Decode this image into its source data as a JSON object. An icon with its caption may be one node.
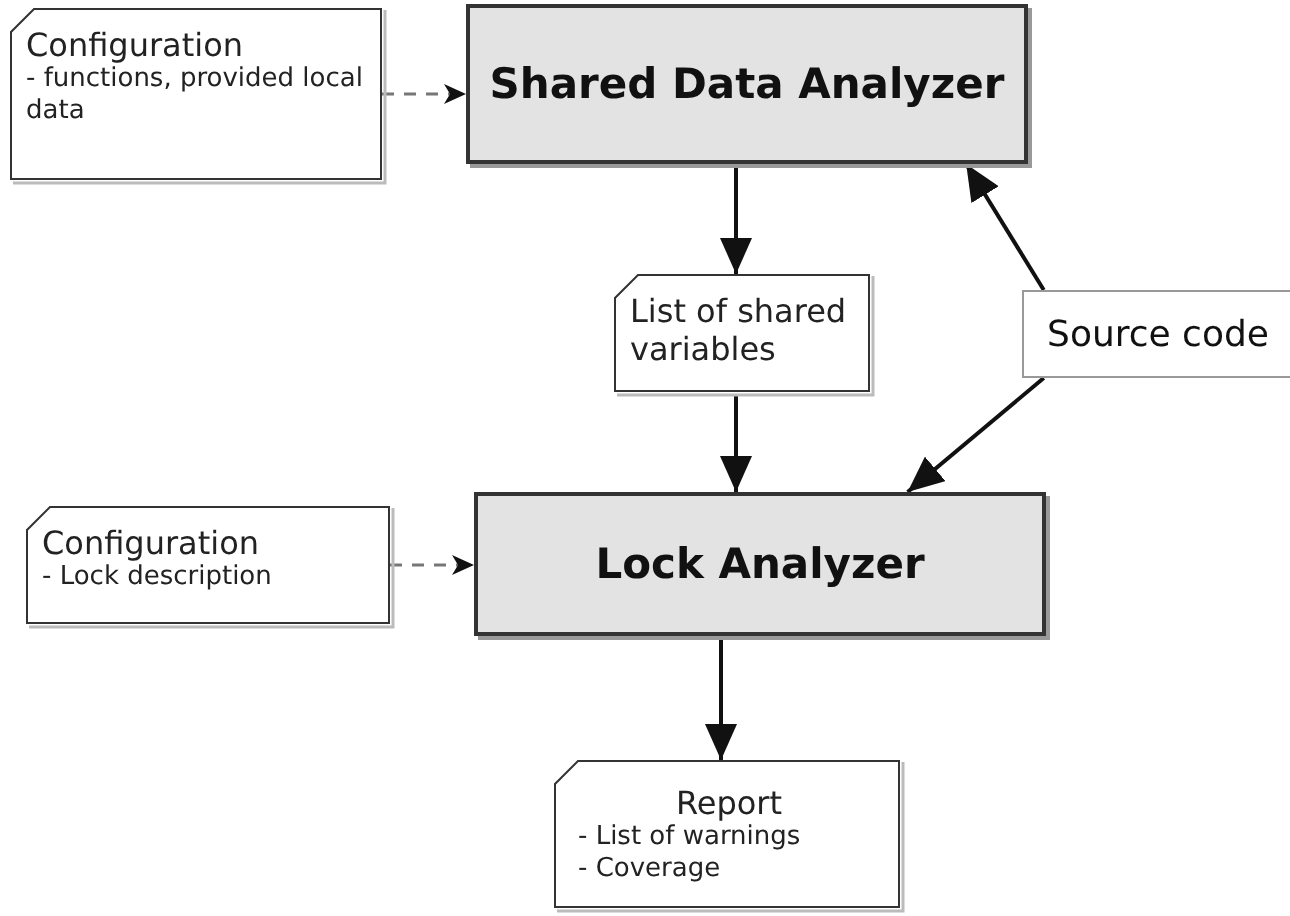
{
  "diagram": {
    "nodes": [
      {
        "text": [
          "Configuration",
          "- functions, provided local data"
        ]
      },
      {
        "text": [
          "Shared Data Analyzer"
        ]
      },
      {
        "text": [
          "List of shared variables"
        ]
      },
      {
        "text": [
          "Source code"
        ]
      },
      {
        "text": [
          "Configuration",
          "- Lock description"
        ]
      },
      {
        "text": [
          "Lock Analyzer"
        ]
      },
      {
        "text": [
          "Report",
          "- List of warnings",
          "- Coverage"
        ]
      }
    ],
    "edges": [
      {
        "from": 0,
        "to": 1,
        "arrow": "to",
        "style": "dashed",
        "color": "#777777"
      },
      {
        "from": 1,
        "to": 2,
        "arrow": "to"
      },
      {
        "from": 2,
        "to": 5,
        "arrow": "to"
      },
      {
        "from": 3,
        "to": 1,
        "arrow": "to"
      },
      {
        "from": 3,
        "to": 5,
        "arrow": "to"
      },
      {
        "from": 4,
        "to": 5,
        "arrow": "to",
        "style": "dashed",
        "color": "#777777"
      },
      {
        "from": 5,
        "to": 6,
        "arrow": "to"
      }
    ]
  }
}
